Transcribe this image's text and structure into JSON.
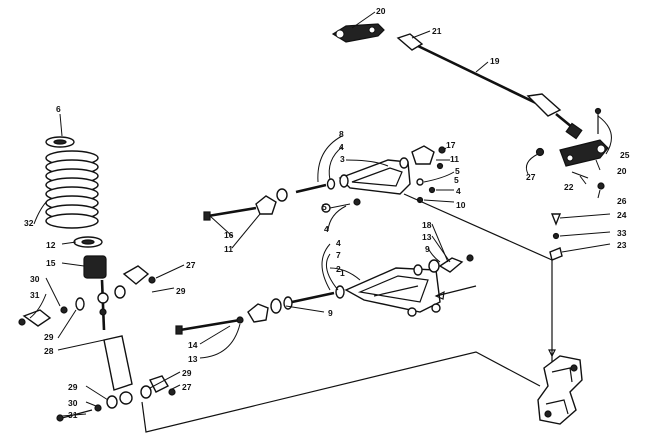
{
  "callouts": {
    "c1": "1",
    "c2": "2",
    "c3": "3",
    "c4a": "4",
    "c4b": "4",
    "c4c": "4",
    "c4d": "4",
    "c5a": "5",
    "c5b": "5",
    "c5c": "5",
    "c6": "6",
    "c7": "7",
    "c8": "8",
    "c9a": "9",
    "c9b": "9",
    "c10": "10",
    "c11a": "11",
    "c11b": "11",
    "c12": "12",
    "c13a": "13",
    "c13b": "13",
    "c14": "14",
    "c15": "15",
    "c16": "16",
    "c17": "17",
    "c18": "18",
    "c19": "19",
    "c20a": "20",
    "c20b": "20",
    "c21": "21",
    "c22": "22",
    "c23": "23",
    "c24": "24",
    "c25": "25",
    "c26": "26",
    "c27a": "27",
    "c27b": "27",
    "c27c": "27",
    "c28": "28",
    "c29a": "29",
    "c29b": "29",
    "c29c": "29",
    "c29d": "29",
    "c30a": "30",
    "c30b": "30",
    "c31a": "31",
    "c31b": "31",
    "c32": "32",
    "c33": "33"
  }
}
